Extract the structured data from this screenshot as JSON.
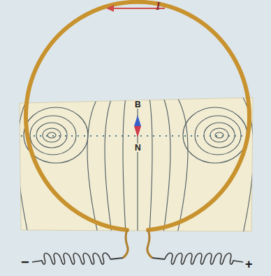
{
  "diagram": {
    "labels": [
      "I",
      "B",
      "N",
      "−",
      "+"
    ]
  }
}
